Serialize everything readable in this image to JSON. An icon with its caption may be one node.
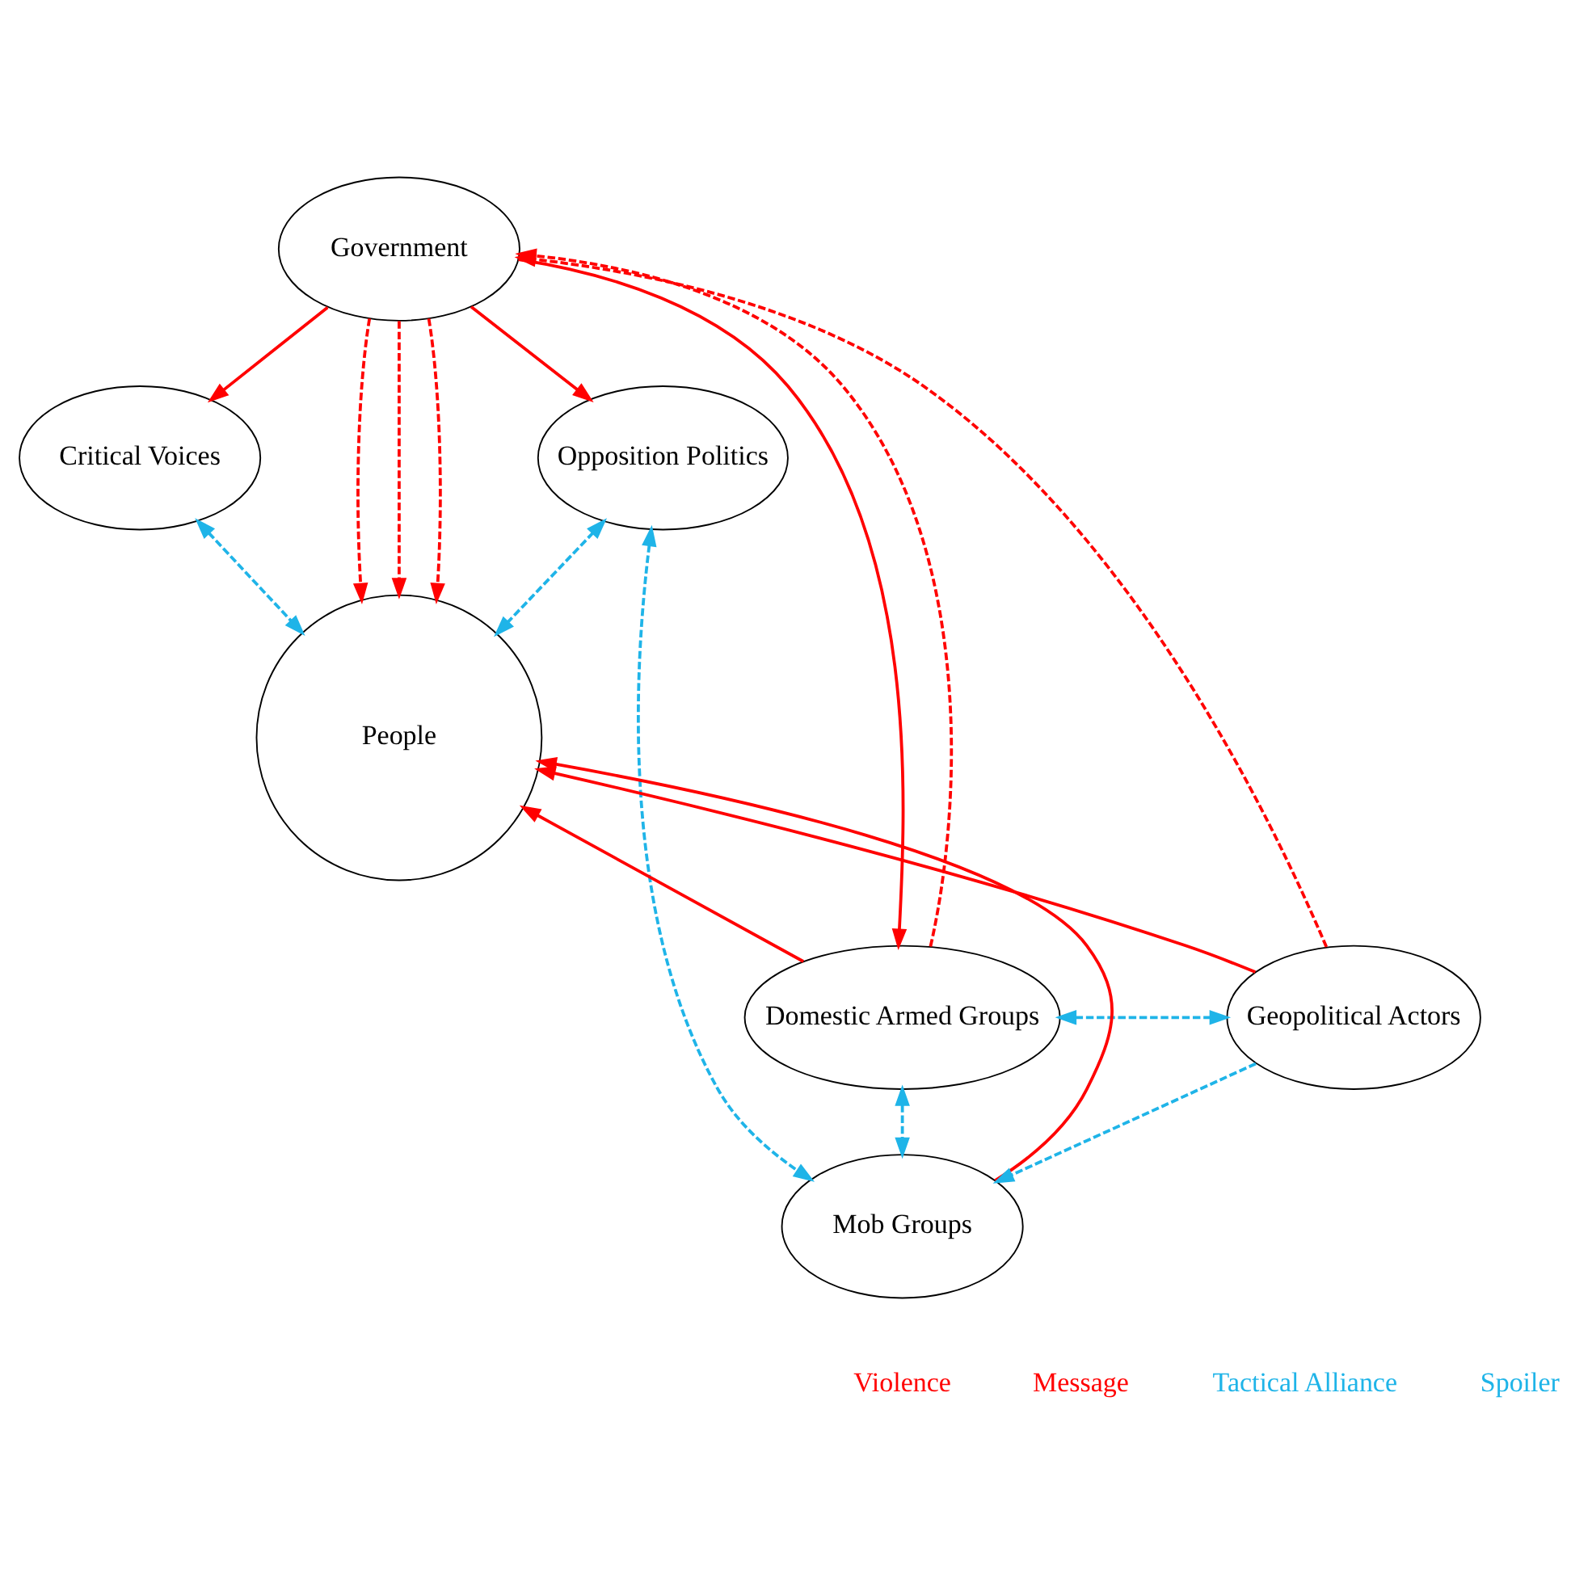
{
  "diagram": {
    "nodes": [
      {
        "text": [
          "Government"
        ]
      },
      {
        "text": [
          "Critical Voices"
        ]
      },
      {
        "text": [
          "Opposition Politics"
        ]
      },
      {
        "text": [
          "People"
        ]
      },
      {
        "text": [
          "Domestic Armed Groups"
        ]
      },
      {
        "text": [
          "Geopolitical Actors"
        ]
      },
      {
        "text": [
          "Mob Groups"
        ]
      }
    ],
    "edges": [
      {
        "from": 0,
        "to": 1,
        "arrow": "to"
      },
      {
        "from": 0,
        "to": 2,
        "arrow": "to"
      },
      {
        "from": 0,
        "to": 3,
        "arrow": "to",
        "style": "dashed"
      },
      {
        "from": 0,
        "to": 3,
        "arrow": "to",
        "style": "dashed"
      },
      {
        "from": 0,
        "to": 3,
        "arrow": "to",
        "style": "dashed"
      },
      {
        "from": 0,
        "to": 4,
        "arrow": "to"
      },
      {
        "from": 4,
        "to": 0,
        "arrow": "to",
        "style": "dashed"
      },
      {
        "from": 5,
        "to": 0,
        "arrow": "to",
        "style": "dashed"
      },
      {
        "from": 1,
        "to": 3,
        "arrow": "both",
        "style": "dashed",
        "color": "#1fb4e8"
      },
      {
        "from": 2,
        "to": 3,
        "arrow": "both",
        "style": "dashed",
        "color": "#1fb4e8"
      },
      {
        "from": 4,
        "to": 3,
        "arrow": "to"
      },
      {
        "from": 5,
        "to": 3,
        "arrow": "to"
      },
      {
        "from": 6,
        "to": 3,
        "arrow": "to"
      },
      {
        "from": 2,
        "to": 6,
        "arrow": "both",
        "style": "dashed",
        "color": "#1fb4e8"
      },
      {
        "from": 4,
        "to": 5,
        "arrow": "both",
        "style": "dashed",
        "color": "#1fb4e8"
      },
      {
        "from": 4,
        "to": 6,
        "arrow": "both",
        "style": "dashed",
        "color": "#1fb4e8"
      },
      {
        "from": 5,
        "to": 6,
        "arrow": "to",
        "style": "dashed",
        "color": "#1fb4e8"
      }
    ],
    "legend": [
      {
        "text": "Violence"
      },
      {
        "text": "Message"
      },
      {
        "text": "Tactical Alliance"
      },
      {
        "text": "Spoiler"
      }
    ]
  }
}
